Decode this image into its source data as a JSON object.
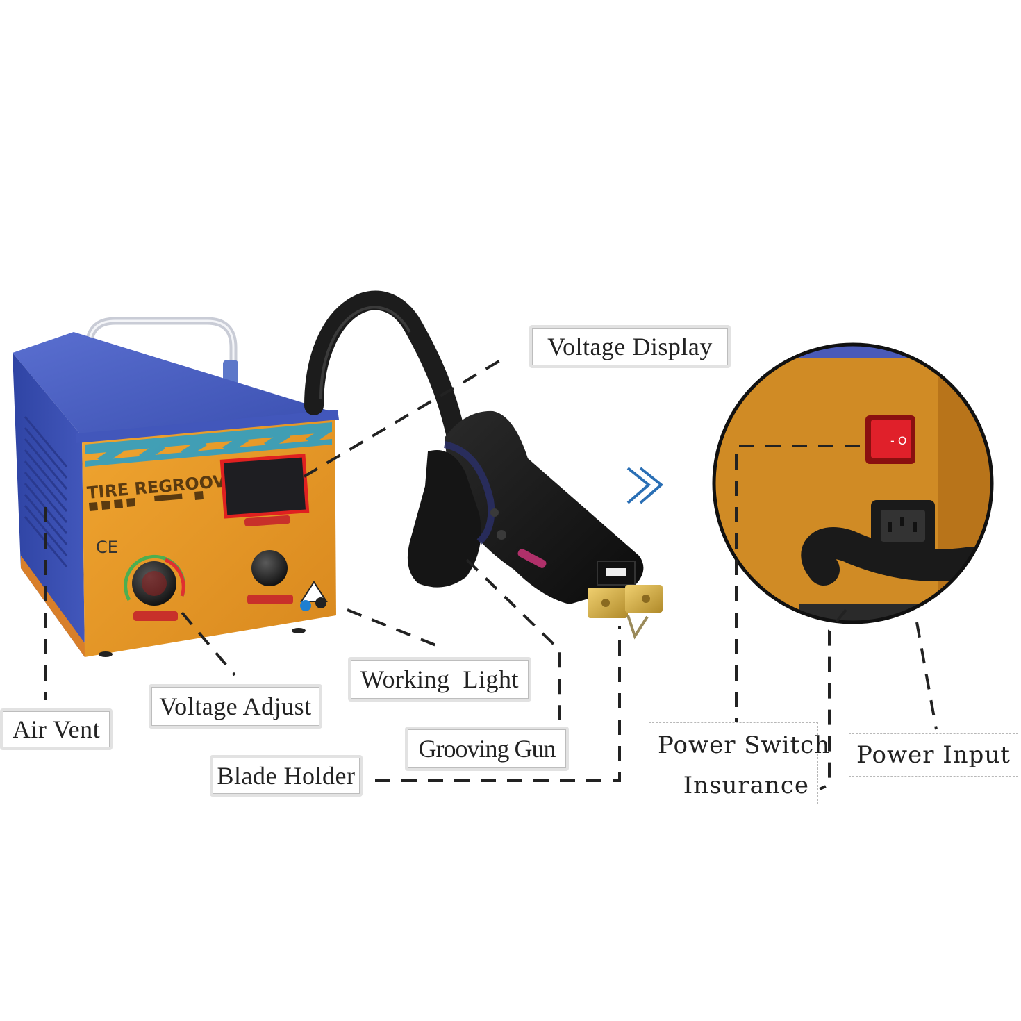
{
  "labels": {
    "voltage_display": "Voltage Display",
    "air_vent": "Air Vent",
    "voltage_adjust": "Voltage Adjust",
    "working_light": "Working  Light",
    "grooving_gun": "Grooving Gun",
    "blade_holder": "Blade Holder",
    "power_switch": "Power Switch",
    "insurance": "Insurance",
    "power_input": "Power Input"
  },
  "machine": {
    "brand_text": "TIRE REGROOVER",
    "ce_mark": "CE",
    "switch_marks": "- O"
  },
  "icons": {
    "arrow": "double-chevron-right-icon"
  },
  "colors": {
    "housing_blue": "#3f55b8",
    "panel_orange": "#e89a2a",
    "switch_red": "#e0202a",
    "arrow_blue": "#2a6fb5"
  }
}
